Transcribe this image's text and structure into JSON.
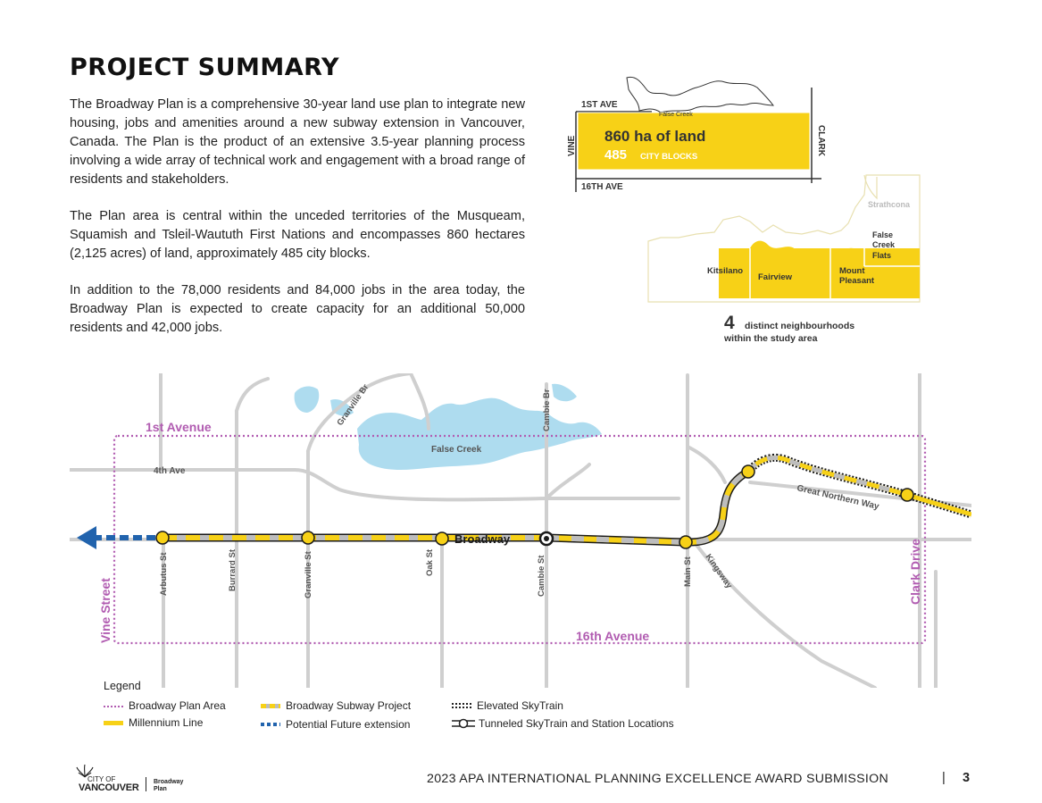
{
  "page": {
    "title": "PROJECT SUMMARY",
    "paragraphs": [
      "The Broadway Plan is a comprehensive 30-year land use plan to integrate new housing, jobs and amenities around a new subway extension in Vancouver, Canada. The Plan is the product of an extensive 3.5-year planning process involving a wide array of technical work and engagement with a broad range of residents and stakeholders.",
      "The Plan area is central within the unceded territories of the Musqueam, Squamish and Tsleil-Waututh First Nations and encompasses 860 hectares (2,125 acres) of land, approximately 485 city blocks.",
      "In addition to the 78,000 residents and 84,000 jobs in the area today, the Broadway Plan is expected to create capacity for an additional 50,000 residents and 42,000 jobs."
    ]
  },
  "inset_area": {
    "land_label": "860 ha of land",
    "blocks_number": "485",
    "blocks_label": "CITY BLOCKS",
    "street_north": "1ST AVE",
    "street_south": "16TH AVE",
    "street_west": "VINE",
    "street_east": "CLARK",
    "water_label": "False Creek"
  },
  "inset_neighbourhoods": {
    "count": "4",
    "caption_line1": "distinct neighbourhoods",
    "caption_line2": "within the study area",
    "names": [
      "Kitsilano",
      "Fairview",
      "Mount",
      "Pleasant",
      "False",
      "Creek",
      "Flats",
      "Strathcona"
    ]
  },
  "map": {
    "streets": {
      "first_avenue": "1st Avenue",
      "sixteenth_avenue": "16th Avenue",
      "vine_street": "Vine Street",
      "clark_drive": "Clark Drive",
      "fourth_ave": "4th Ave",
      "granville_br": "Granville Br",
      "cambie_br": "Cambie Br",
      "false_creek": "False Creek",
      "broadway": "Broadway",
      "great_northern_way": "Great Northern Way",
      "kingsway": "Kingsway"
    },
    "stations": [
      "Arbutus St",
      "Burrard St",
      "Granville St",
      "Oak St",
      "Cambie St",
      "Main St"
    ]
  },
  "legend": {
    "heading": "Legend",
    "items": [
      "Broadway Plan Area",
      "Millennium Line",
      "Broadway Subway Project",
      "Potential Future extension",
      "Elevated SkyTrain",
      "Tunneled SkyTrain and Station Locations"
    ]
  },
  "footer": {
    "logo_line1": "CITY OF",
    "logo_line2": "VANCOUVER",
    "logo_plan1": "Broadway",
    "logo_plan2": "Plan",
    "submission": "2023 APA INTERNATIONAL PLANNING EXCELLENCE AWARD SUBMISSION",
    "separator": "|",
    "page_number": "3"
  },
  "colors": {
    "yellow": "#f7d117",
    "purple": "#b15cb1",
    "blue": "#2163ad",
    "water": "#aedcef",
    "road": "#cfcfcf"
  }
}
